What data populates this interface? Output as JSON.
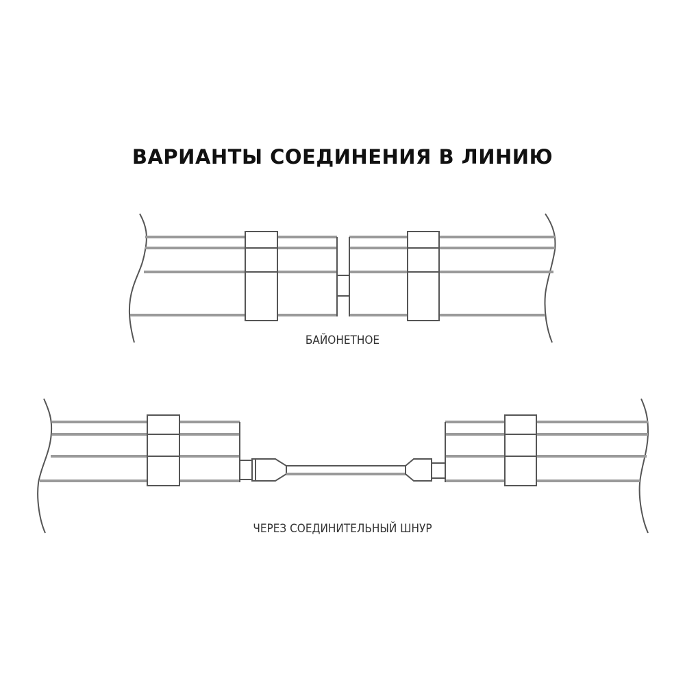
{
  "title": "ВАРИАНТЫ СОЕДИНЕНИЯ В ЛИНИЮ",
  "variants": [
    {
      "label": "БАЙОНЕТНОЕ"
    },
    {
      "label": "ЧЕРЕЗ СОЕДИНИТЕЛЬНЫЙ ШНУР"
    }
  ]
}
